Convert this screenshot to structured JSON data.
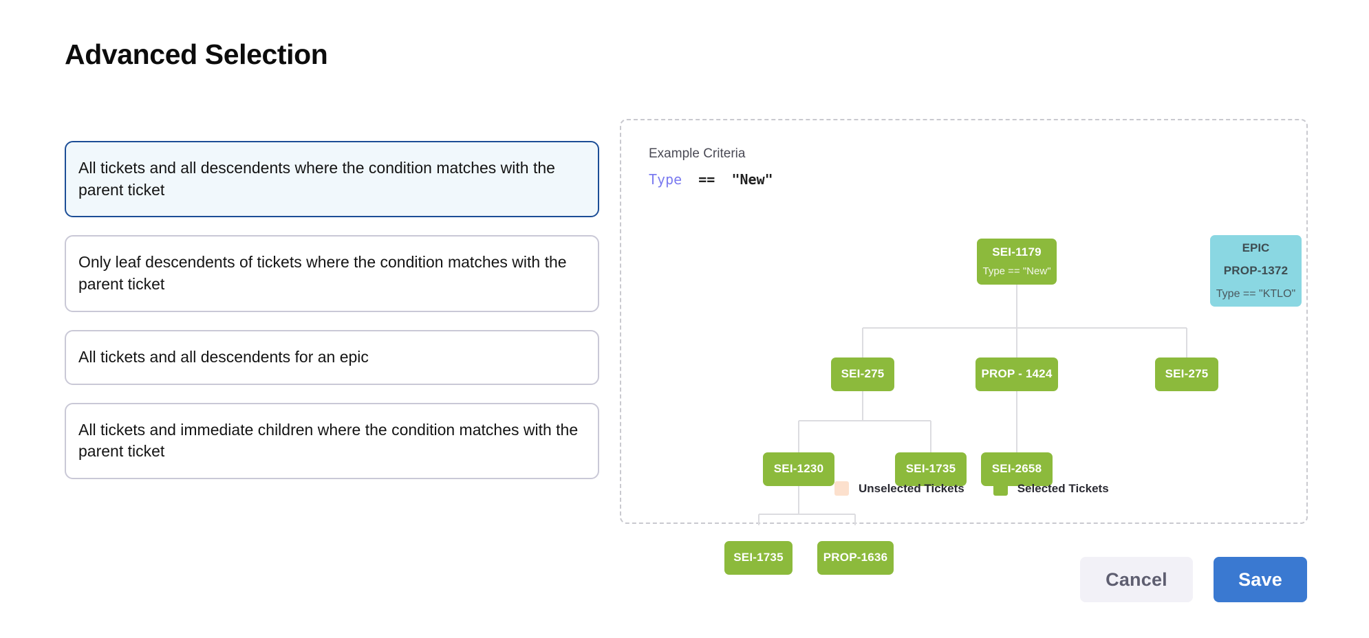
{
  "header": {
    "title": "Advanced Selection"
  },
  "options": {
    "items": [
      {
        "label": "All tickets and all descendents where the condition matches with the parent ticket",
        "selected": true
      },
      {
        "label": "Only leaf descendents of tickets where the condition matches with the parent ticket",
        "selected": false
      },
      {
        "label": "All tickets and all descendents for an epic",
        "selected": false
      },
      {
        "label": "All tickets and immediate children where the condition matches with the parent ticket",
        "selected": false
      }
    ]
  },
  "diagram": {
    "criteria_label": "Example Criteria",
    "criteria_keyword": "Type",
    "criteria_operator": "==",
    "criteria_value": "\"New\"",
    "legend": [
      {
        "label": "Unselected Tickets",
        "color": "#fce0cd"
      },
      {
        "label": "Selected Tickets",
        "color": "#8cba3c"
      }
    ],
    "colors": {
      "selected_node": "#8cba3c",
      "unselected_node": "#fce0cd",
      "epic_node": "#8ad7e2",
      "connector": "#dcdce0",
      "panel_border": "#c9c9cf"
    },
    "nodes": [
      {
        "id": "root",
        "ticket": "SEI-1179",
        "condition": "Type == \"New\"",
        "kind": "selected"
      },
      {
        "id": "epic",
        "label": "EPIC",
        "ticket": "PROP-1372",
        "condition": "Type == \"KTLO\"",
        "kind": "epic"
      },
      {
        "id": "c1",
        "ticket": "SEI-275",
        "condition": "",
        "kind": "selected"
      },
      {
        "id": "c2",
        "ticket": "PROP - 1424",
        "condition": "",
        "kind": "selected"
      },
      {
        "id": "c3",
        "ticket": "SEI-275",
        "condition": "",
        "kind": "selected"
      },
      {
        "id": "g1",
        "ticket": "SEI-1230",
        "condition": "",
        "kind": "selected"
      },
      {
        "id": "g2",
        "ticket": "SEI-1735",
        "condition": "",
        "kind": "selected"
      },
      {
        "id": "g3",
        "ticket": "SEI-2658",
        "condition": "",
        "kind": "selected"
      },
      {
        "id": "gg1",
        "ticket": "SEI-1735",
        "condition": "",
        "kind": "selected"
      },
      {
        "id": "gg2",
        "ticket": "PROP-1636",
        "condition": "",
        "kind": "selected"
      }
    ],
    "edges": [
      {
        "from": "root",
        "to": "c1"
      },
      {
        "from": "root",
        "to": "c2"
      },
      {
        "from": "root",
        "to": "c3"
      },
      {
        "from": "c1",
        "to": "g1"
      },
      {
        "from": "c1",
        "to": "g2"
      },
      {
        "from": "c2",
        "to": "g3"
      },
      {
        "from": "g1",
        "to": "gg1"
      },
      {
        "from": "g1",
        "to": "gg2"
      }
    ]
  },
  "footer": {
    "cancel_label": "Cancel",
    "save_label": "Save",
    "save_color": "#3a79d1"
  }
}
